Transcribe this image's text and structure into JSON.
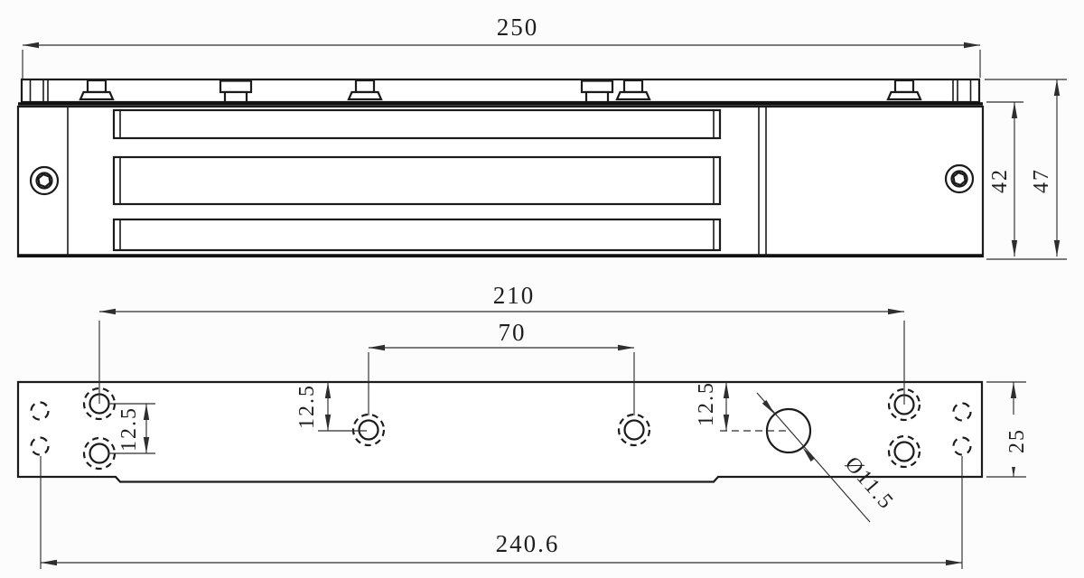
{
  "colors": {
    "background": "#fcfcfc",
    "outline": "#1b1b1b",
    "dimension": "#2e2e2e"
  },
  "dims": {
    "overall_length": "250",
    "body_height": "42",
    "overall_height": "47",
    "outer_hole_spacing": "210",
    "center_hole_spacing": "70",
    "left_hole_pitch": "12.5",
    "center_hole_offset": "12.5",
    "wire_hole_offset": "12.5",
    "plate_width": "25",
    "corner_hole_spacing": "240.6",
    "wire_hole_diameter": "Ø11.5"
  }
}
